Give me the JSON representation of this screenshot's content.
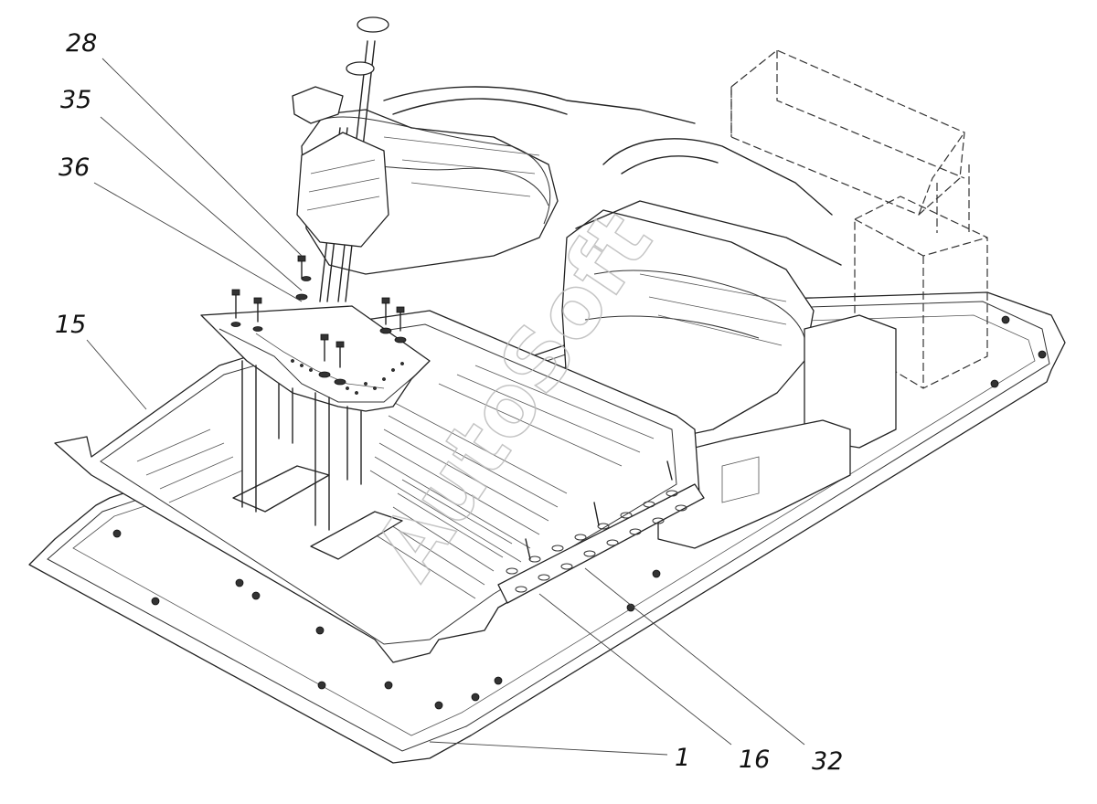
{
  "callouts": [
    {
      "id": "c28",
      "label": "28"
    },
    {
      "id": "c35",
      "label": "35"
    },
    {
      "id": "c36",
      "label": "36"
    },
    {
      "id": "c15",
      "label": "15"
    },
    {
      "id": "c1",
      "label": "1"
    },
    {
      "id": "c16",
      "label": "16"
    },
    {
      "id": "c32",
      "label": "32"
    }
  ],
  "watermark": "AutoSoft"
}
